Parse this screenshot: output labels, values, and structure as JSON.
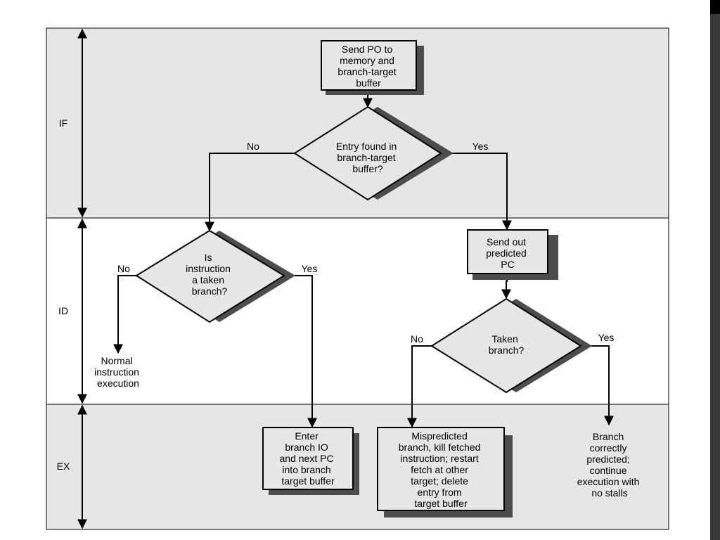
{
  "stages": {
    "if": "IF",
    "id": "ID",
    "ex": "EX"
  },
  "nodes": {
    "send_pc": [
      "Send PO to",
      "memory and",
      "branch-target",
      "buffer"
    ],
    "entry_found": [
      "Entry found in",
      "branch-target",
      "buffer?"
    ],
    "is_taken_branch": [
      "Is",
      "instruction",
      "a taken",
      "branch?"
    ],
    "send_predicted": [
      "Send out",
      "predicted",
      "PC"
    ],
    "taken_branch": [
      "Taken",
      "branch?"
    ],
    "normal_exec": [
      "Normal",
      "instruction",
      "execution"
    ],
    "enter_branch": [
      "Enter",
      "branch IO",
      "and next PC",
      "into branch",
      "target buffer"
    ],
    "mispredicted": [
      "Mispredicted",
      "branch, kill fetched",
      "instruction; restart",
      "fetch at other",
      "target; delete",
      "entry from",
      "target buffer"
    ],
    "branch_correct": [
      "Branch",
      "correctly",
      "predicted;",
      "continue",
      "execution with",
      "no stalls"
    ]
  },
  "labels": {
    "entry_no": "No",
    "entry_yes": "Yes",
    "is_no": "No",
    "is_yes": "Yes",
    "taken_no": "No",
    "taken_yes": "Yes"
  },
  "colors": {
    "band_shaded": "#e6e6e6",
    "band_white": "#ffffff",
    "node_fill": "#e6e6e6",
    "shadow": "#4d4d4d"
  }
}
